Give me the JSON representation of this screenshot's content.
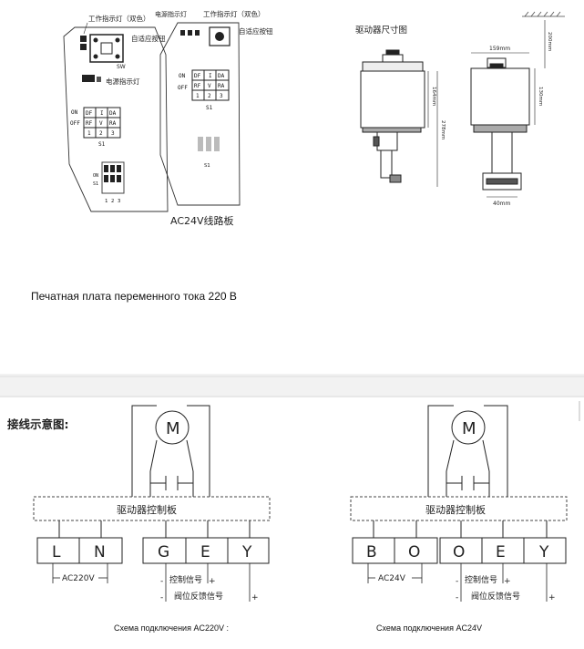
{
  "top": {
    "board_labels": {
      "work_led_left": "工作指示灯（双色）",
      "sw_label": "SW",
      "adaptive_button_left": "自适应按钮",
      "power_led": "电源指示灯",
      "work_led_right": "工作指示灯（双色）",
      "adaptive_button_right": "自适应按钮",
      "partial_left": "电源指示灯",
      "s1_left": "S1",
      "s1_right": "S1",
      "s1_small": "S1",
      "on": "ON",
      "off": "OFF",
      "switch_row1": [
        "DF",
        "I",
        "DA"
      ],
      "switch_row2": [
        "RF",
        "V",
        "RA"
      ],
      "switch_row3": [
        "1",
        "2",
        "3"
      ],
      "dip_nums": [
        "1",
        "2",
        "3"
      ],
      "on_small": "ON",
      "s1_tiny": "S1"
    },
    "board_caption": "AC24V线路板",
    "dimensions_title": "驱动器尺寸图",
    "dimensions": {
      "dim_159": "159mm",
      "dim_200": "200mm",
      "dim_164": "164mm",
      "dim_278": "278mm",
      "dim_130": "130mm",
      "dim_40": "40mm"
    },
    "russian_caption": "Печатная плата переменного тока 220 В"
  },
  "bottom": {
    "title": "接线示意图:",
    "motor_label": "M",
    "board_label": "驱动器控制板",
    "left": {
      "terminals": [
        "L",
        "N",
        "G",
        "E",
        "Y"
      ],
      "power_label": "AC220V",
      "control_signal": "控制信号",
      "feedback_signal": "阀位反馈信号",
      "caption": "Схема подключения AC220V :"
    },
    "right": {
      "terminals": [
        "B",
        "O",
        "O",
        "E",
        "Y"
      ],
      "power_label": "AC24V",
      "control_signal": "控制信号",
      "feedback_signal": "阀位反馈信号",
      "caption": "Схема подключения AC24V"
    },
    "minus": "-",
    "plus": "+"
  }
}
